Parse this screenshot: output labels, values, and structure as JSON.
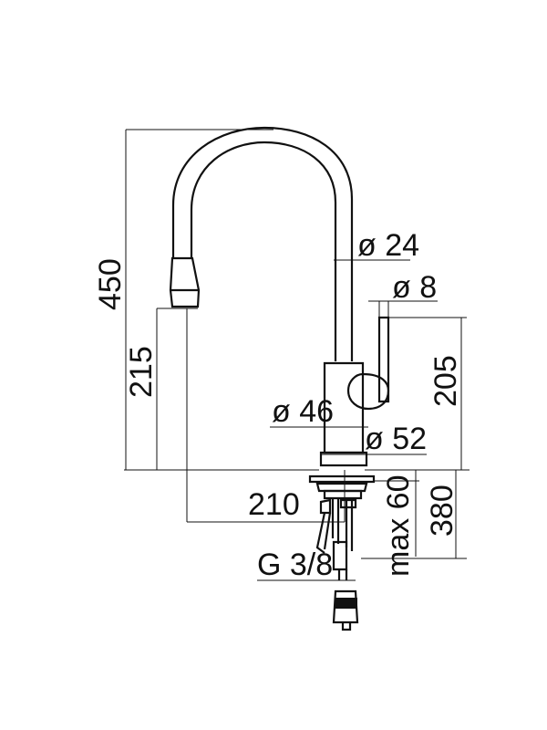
{
  "dimensions": {
    "total_height": "450",
    "spout_height": "215",
    "handle_height": "205",
    "spout_reach": "210",
    "max_deck_thickness": "max 60",
    "hose_length": "380",
    "spout_diameter": "ø 24",
    "handle_diameter": "ø 8",
    "body_diameter": "ø 46",
    "base_diameter": "ø 52",
    "connection_thread": "G 3/8"
  },
  "colors": {
    "line": "#111111",
    "background": "#ffffff"
  }
}
